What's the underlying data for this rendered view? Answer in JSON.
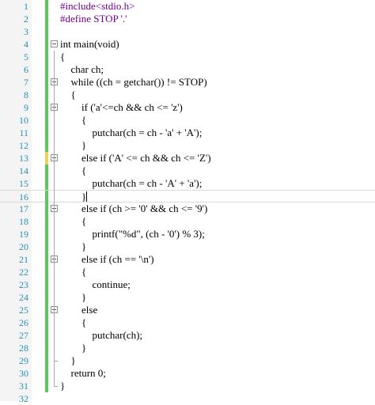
{
  "editor": {
    "lines": [
      {
        "no": "1",
        "indent": 0,
        "tokens": [
          {
            "t": "#include<stdio.h>",
            "c": "pp"
          }
        ]
      },
      {
        "no": "2",
        "indent": 0,
        "tokens": [
          {
            "t": "#define STOP '.'",
            "c": "pp"
          }
        ]
      },
      {
        "no": "3",
        "indent": 0,
        "tokens": []
      },
      {
        "no": "4",
        "indent": 0,
        "tokens": [
          {
            "t": "int main(void)",
            "c": ""
          }
        ]
      },
      {
        "no": "5",
        "indent": 0,
        "tokens": [
          {
            "t": "{",
            "c": ""
          }
        ]
      },
      {
        "no": "6",
        "indent": 1,
        "tokens": [
          {
            "t": "char ch;",
            "c": ""
          }
        ]
      },
      {
        "no": "7",
        "indent": 1,
        "tokens": [
          {
            "t": "while ((ch = getchar()) != STOP)",
            "c": ""
          }
        ]
      },
      {
        "no": "8",
        "indent": 1,
        "tokens": [
          {
            "t": "{",
            "c": ""
          }
        ]
      },
      {
        "no": "9",
        "indent": 2,
        "tokens": [
          {
            "t": "if ('a'<=ch && ch <= 'z')",
            "c": ""
          }
        ]
      },
      {
        "no": "10",
        "indent": 2,
        "tokens": [
          {
            "t": "{",
            "c": ""
          }
        ]
      },
      {
        "no": "11",
        "indent": 3,
        "tokens": [
          {
            "t": "putchar(ch = ch - 'a' + 'A');",
            "c": ""
          }
        ]
      },
      {
        "no": "12",
        "indent": 2,
        "tokens": [
          {
            "t": "}",
            "c": ""
          }
        ]
      },
      {
        "no": "13",
        "indent": 2,
        "tokens": [
          {
            "t": "else if ('A' <= ch && ch <= 'Z')",
            "c": ""
          }
        ]
      },
      {
        "no": "14",
        "indent": 2,
        "tokens": [
          {
            "t": "{",
            "c": ""
          }
        ]
      },
      {
        "no": "15",
        "indent": 3,
        "tokens": [
          {
            "t": "putchar(ch = ch - 'A' + 'a');",
            "c": ""
          }
        ]
      },
      {
        "no": "16",
        "indent": 2,
        "tokens": [
          {
            "t": "}",
            "c": ""
          }
        ]
      },
      {
        "no": "17",
        "indent": 2,
        "tokens": [
          {
            "t": "else if (ch >= '0' && ch <= '9')",
            "c": ""
          }
        ]
      },
      {
        "no": "18",
        "indent": 2,
        "tokens": [
          {
            "t": "{",
            "c": ""
          }
        ]
      },
      {
        "no": "19",
        "indent": 3,
        "tokens": [
          {
            "t": "printf(\"%d\", (ch - '0') % 3);",
            "c": ""
          }
        ]
      },
      {
        "no": "20",
        "indent": 2,
        "tokens": [
          {
            "t": "}",
            "c": ""
          }
        ]
      },
      {
        "no": "21",
        "indent": 2,
        "tokens": [
          {
            "t": "else if (ch == '\\n')",
            "c": ""
          }
        ]
      },
      {
        "no": "22",
        "indent": 2,
        "tokens": [
          {
            "t": "{",
            "c": ""
          }
        ]
      },
      {
        "no": "23",
        "indent": 3,
        "tokens": [
          {
            "t": "continue;",
            "c": ""
          }
        ]
      },
      {
        "no": "24",
        "indent": 2,
        "tokens": [
          {
            "t": "}",
            "c": ""
          }
        ]
      },
      {
        "no": "25",
        "indent": 2,
        "tokens": [
          {
            "t": "else",
            "c": ""
          }
        ]
      },
      {
        "no": "26",
        "indent": 2,
        "tokens": [
          {
            "t": "{",
            "c": ""
          }
        ]
      },
      {
        "no": "27",
        "indent": 3,
        "tokens": [
          {
            "t": "putchar(ch);",
            "c": ""
          }
        ]
      },
      {
        "no": "28",
        "indent": 2,
        "tokens": [
          {
            "t": "}",
            "c": ""
          }
        ]
      },
      {
        "no": "29",
        "indent": 1,
        "tokens": [
          {
            "t": "}",
            "c": ""
          }
        ]
      },
      {
        "no": "30",
        "indent": 1,
        "tokens": [
          {
            "t": "return 0;",
            "c": ""
          }
        ]
      },
      {
        "no": "31",
        "indent": 0,
        "tokens": [
          {
            "t": "}",
            "c": ""
          }
        ]
      },
      {
        "no": "32",
        "indent": 0,
        "tokens": []
      }
    ],
    "fold_marker_lines": [
      4,
      7,
      9,
      13,
      17,
      21,
      25
    ],
    "unsaved_lines": [
      13
    ],
    "current_line": 16,
    "colors": {
      "line_numbers": "#2b91af",
      "preprocessor": "#6f008a",
      "change_saved": "#5ac85a",
      "change_unsaved": "#f0d060"
    }
  }
}
